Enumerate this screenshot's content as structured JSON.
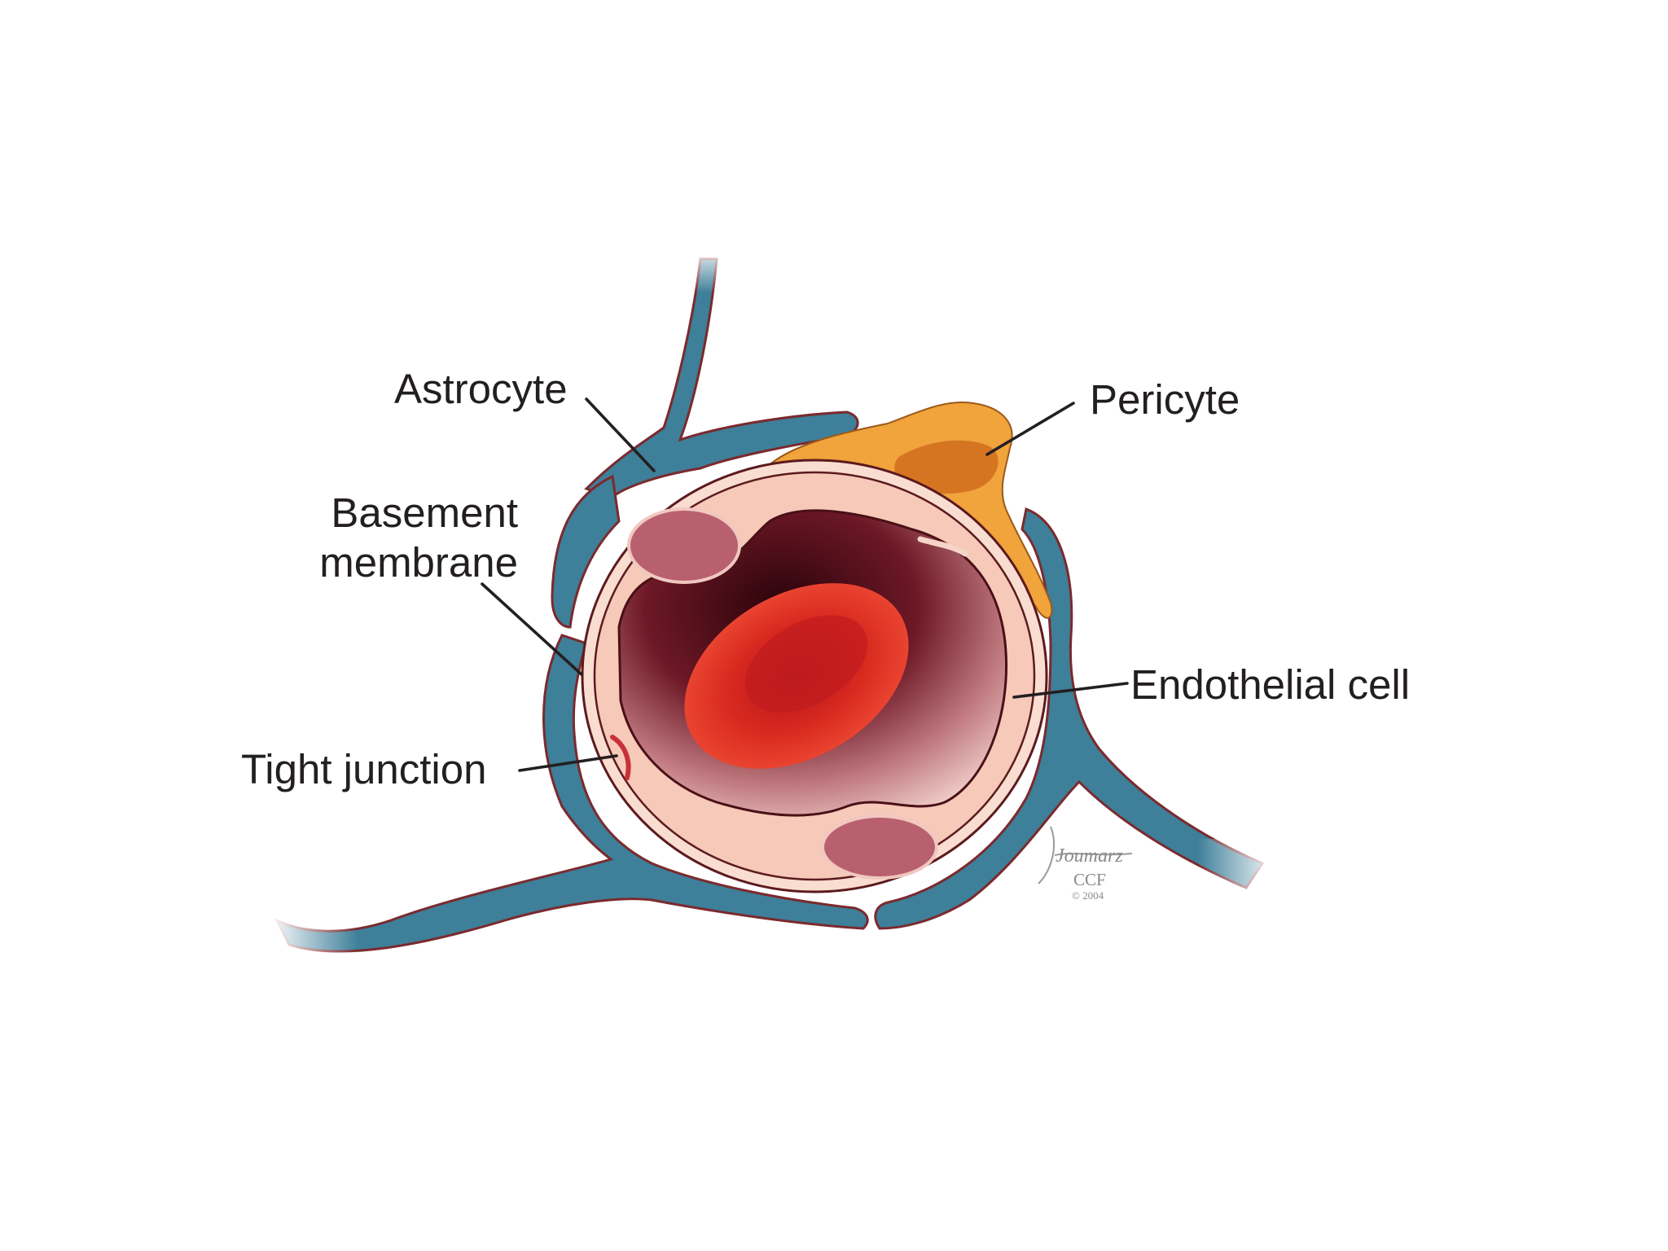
{
  "diagram": {
    "labels": {
      "astrocyte": "Astrocyte",
      "pericyte": "Pericyte",
      "basement_line1": "Basement",
      "basement_line2": "membrane",
      "endothelial": "Endothelial cell",
      "tight_junction": "Tight junction"
    },
    "signature": {
      "artist": "Joumarz",
      "org": "CCF",
      "year": "© 2004"
    },
    "colors": {
      "astrocyte": "#3e7f99",
      "astrocyte_outline": "#8a2a30",
      "pericyte": "#f1a33c",
      "pericyte_nucleus": "#d57522",
      "endothelium": "#f6c9b9",
      "endothelial_nucleus": "#b9606f",
      "lumen_dark": "#3a0510",
      "red_blood_cell": "#e33a2c"
    }
  }
}
